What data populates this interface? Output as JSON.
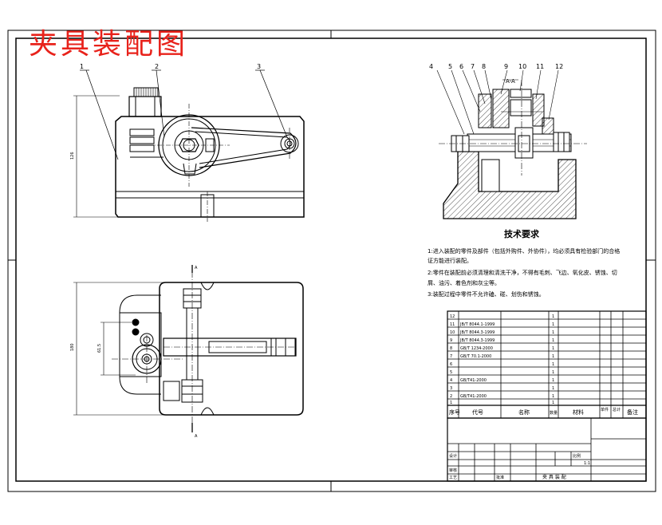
{
  "title": "夹具装配图",
  "part_numbers": [
    "1",
    "2",
    "3",
    "4",
    "5",
    "6",
    "7",
    "8",
    "9",
    "10",
    "11",
    "12"
  ],
  "section_label": "A-A",
  "tech_requirements": {
    "title": "技术要求",
    "lines": [
      "1:进入装配的零件及部件（包括外购件、外协件），均必须具有检验部门的合格",
      "证方能进行装配。",
      "2:零件在装配前必须清理和清洗干净，不得有毛刺、飞边、氧化皮、锈蚀、切",
      "屑、油污、着色剂和灰尘等。",
      "3:装配过程中零件不允许磕、碰、划伤和锈蚀。"
    ]
  },
  "bom": {
    "headers": [
      "序号",
      "代号",
      "名称",
      "数量",
      "材料",
      "单件",
      "总计",
      "备注"
    ],
    "rows": [
      [
        "12",
        "",
        "",
        "1",
        "",
        ""
      ],
      [
        "11",
        "JB/T 8044.1-1999",
        "",
        "1",
        "",
        ""
      ],
      [
        "10",
        "JB/T 8044.3-1999",
        "",
        "1",
        "",
        ""
      ],
      [
        "9",
        "JB/T 8044.3-1999",
        "",
        "1",
        "",
        ""
      ],
      [
        "8",
        "GB/T 1234-2000",
        "",
        "1",
        "",
        ""
      ],
      [
        "7",
        "GB/T 70.1-2000",
        "",
        "1",
        "",
        ""
      ],
      [
        "6",
        "",
        "",
        "1",
        "",
        ""
      ],
      [
        "5",
        "",
        "",
        "1",
        "",
        ""
      ],
      [
        "4",
        "GB/T41-2000",
        "",
        "1",
        "",
        ""
      ],
      [
        "3",
        "",
        "",
        "1",
        "",
        ""
      ],
      [
        "2",
        "GB/T41-2000",
        "",
        "1",
        "",
        ""
      ],
      [
        "1",
        "",
        "",
        "1",
        "",
        ""
      ]
    ]
  },
  "title_block": {
    "designer_label": "设计",
    "check_label": "审核",
    "process_label": "工艺",
    "approve_label": "批准",
    "scale_label": "比例",
    "scale_value": "1:1",
    "name": "夹 具 装 配"
  },
  "colors": {
    "line": "#000000",
    "title": "#e8221b",
    "hatch": "#000000"
  }
}
